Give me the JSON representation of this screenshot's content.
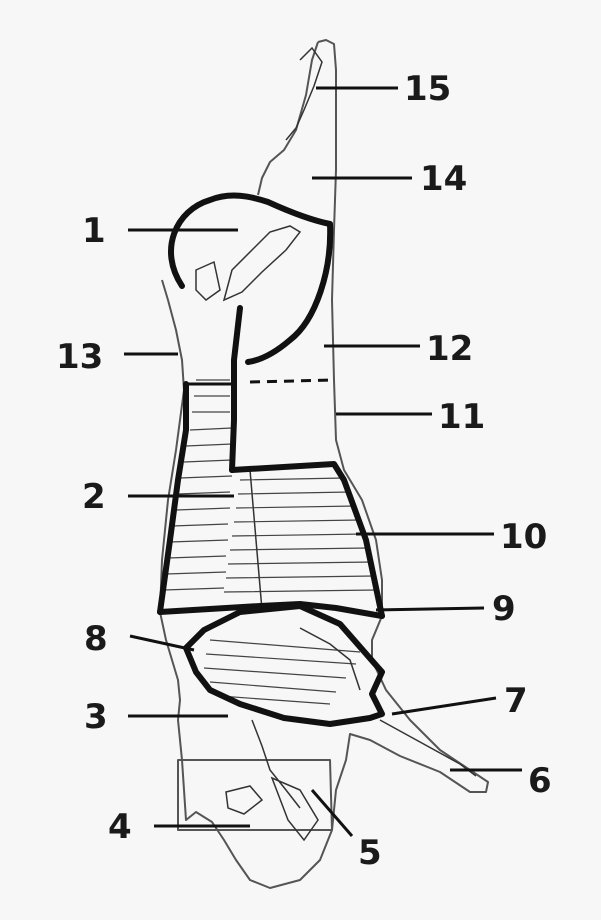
{
  "diagram": {
    "labels": [
      {
        "id": "1",
        "text": "1"
      },
      {
        "id": "2",
        "text": "2"
      },
      {
        "id": "3",
        "text": "3"
      },
      {
        "id": "4",
        "text": "4"
      },
      {
        "id": "5",
        "text": "5"
      },
      {
        "id": "6",
        "text": "6"
      },
      {
        "id": "7",
        "text": "7"
      },
      {
        "id": "8",
        "text": "8"
      },
      {
        "id": "9",
        "text": "9"
      },
      {
        "id": "10",
        "text": "10"
      },
      {
        "id": "11",
        "text": "11"
      },
      {
        "id": "12",
        "text": "12"
      },
      {
        "id": "13",
        "text": "13"
      },
      {
        "id": "14",
        "text": "14"
      },
      {
        "id": "15",
        "text": "15"
      }
    ],
    "colors": {
      "paper": "#f7f7f7",
      "ink": "#111111"
    }
  }
}
